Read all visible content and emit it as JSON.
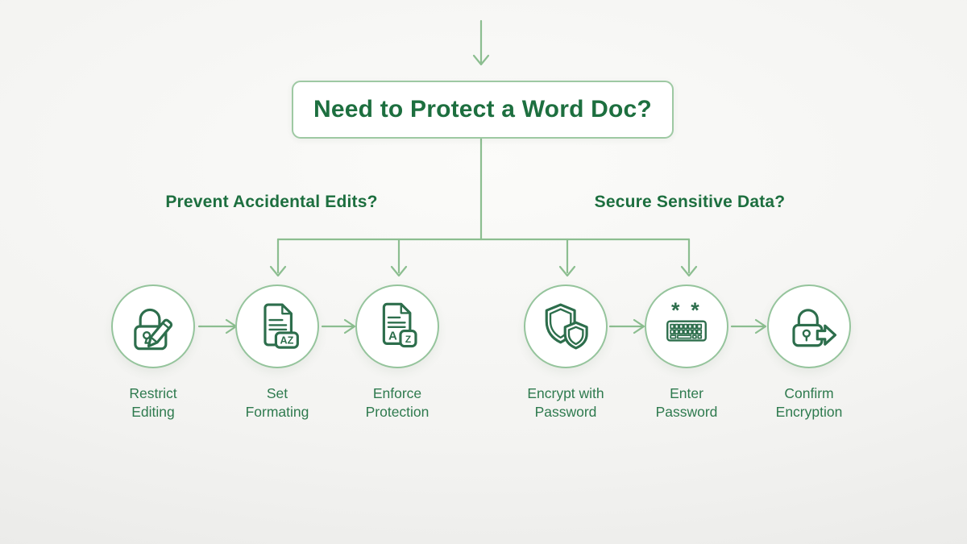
{
  "title": "Need to Protect a Word Doc?",
  "branches": {
    "left": "Prevent Accidental Edits?",
    "right": "Secure Sensitive Data?"
  },
  "steps": [
    {
      "line1": "Restrict",
      "line2": "Editing",
      "icon": "lock-pencil-icon"
    },
    {
      "line1": "Set",
      "line2": "Formating",
      "icon": "document-az-icon"
    },
    {
      "line1": "Enforce",
      "line2": "Protection",
      "icon": "document-a-z-icon"
    },
    {
      "line1": "Encrypt with",
      "line2": "Password",
      "icon": "double-shield-icon"
    },
    {
      "line1": "Enter",
      "line2": "Password",
      "icon": "keyboard-asterisks-icon"
    },
    {
      "line1": "Confirm",
      "line2": "Encryption",
      "icon": "lock-arrow-icon"
    }
  ],
  "icon_texts": {
    "az_badge": "AZ",
    "a_letter": "A",
    "z_badge": "Z",
    "asterisks": "* *"
  },
  "colors": {
    "heading_green": "#1d6f3f",
    "label_green": "#2e7a4e",
    "line_green": "#8cbe90",
    "icon_green": "#2d6e4c",
    "circle_border": "#95c49c"
  }
}
